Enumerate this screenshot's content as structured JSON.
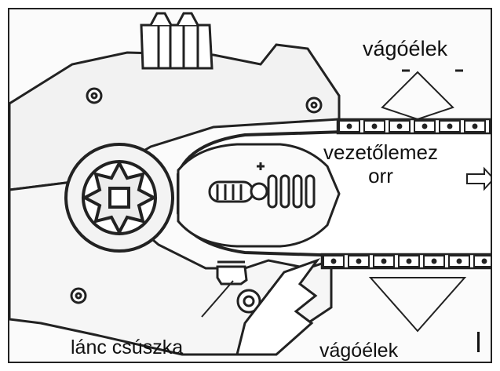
{
  "diagram": {
    "labels": {
      "cutters_top": "vágóélek",
      "guide_bar_nose": "vezetőlemez\norr",
      "chain_catcher": "lánc csúszka",
      "cutters_bottom": "vágóélek"
    },
    "colors": {
      "line": "#222222",
      "paper": "#fbfbfb",
      "shade": "#e9e9e9"
    }
  }
}
